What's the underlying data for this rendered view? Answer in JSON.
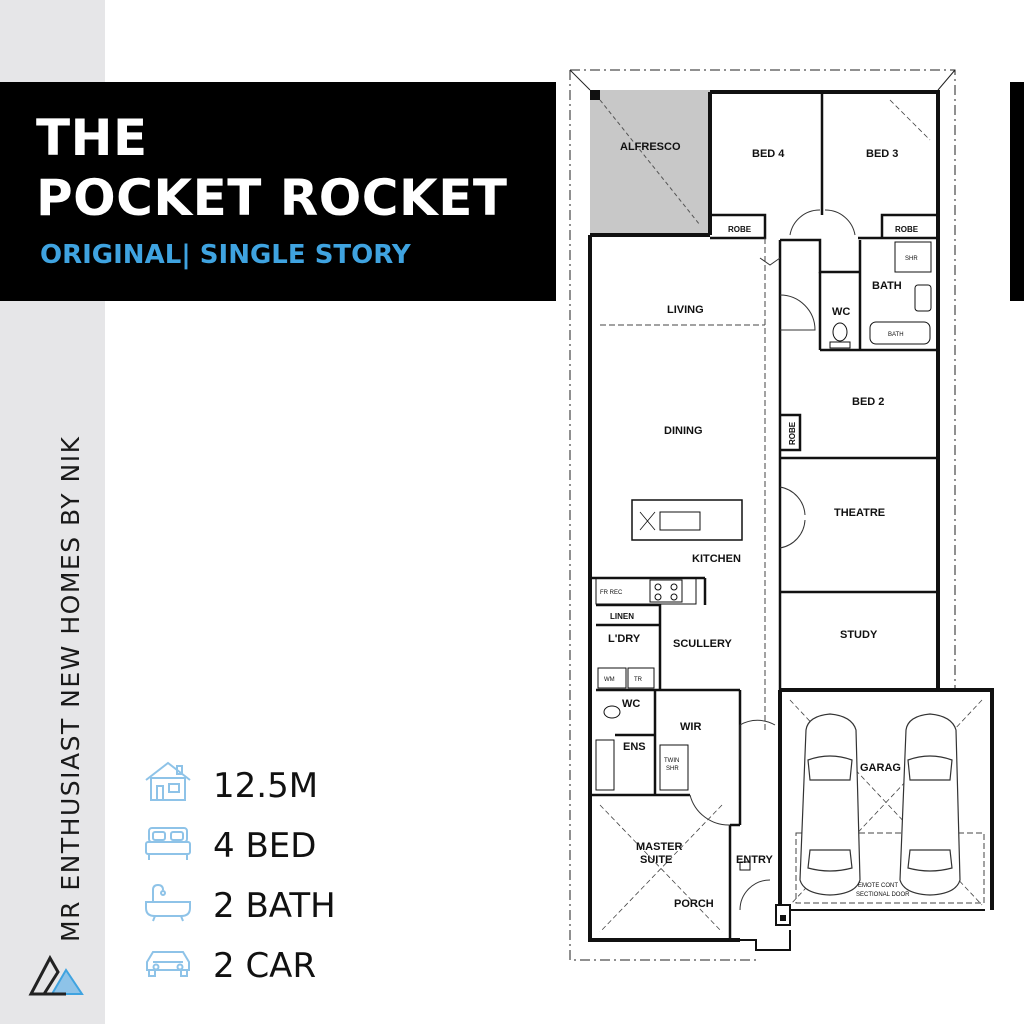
{
  "brand": {
    "vertical_text": "MR ENTHUSIAST NEW HOMES BY NIK",
    "logo_icon": "triangle-mountain-logo"
  },
  "title": {
    "line1": "THE",
    "line2": "POCKET ROCKET",
    "subtitle": "ORIGINAL| SINGLE STORY"
  },
  "colors": {
    "accent_blue": "#3fa3e0",
    "icon_blue": "#8ec3e8",
    "title_bg": "#000000",
    "strip_bg": "#e6e6e8",
    "alfresco_fill": "#c8c8c8"
  },
  "stats": [
    {
      "icon": "house-icon",
      "label": "12.5M"
    },
    {
      "icon": "bed-icon",
      "label": "4 BED"
    },
    {
      "icon": "bathtub-icon",
      "label": "2 BATH"
    },
    {
      "icon": "car-icon",
      "label": "2 CAR"
    }
  ],
  "floorplan": {
    "rooms": {
      "alfresco": "ALFRESCO",
      "bed4": "BED 4",
      "bed3": "BED 3",
      "robe_bed4": "ROBE",
      "robe_bed3": "ROBE",
      "bath": "BATH",
      "bath_tub": "BATH",
      "shr": "SHR",
      "wc_main": "WC",
      "living": "LIVING",
      "dining": "DINING",
      "bed2": "BED 2",
      "robe_bed2": "ROBE",
      "theatre": "THEATRE",
      "kitchen": "KITCHEN",
      "fr_rec": "FR REC",
      "linen": "LINEN",
      "laundry": "L'DRY",
      "scullery": "SCULLERY",
      "wm": "WM",
      "tr": "TR",
      "study": "STUDY",
      "wc_ens": "WC",
      "wir": "WIR",
      "ens": "ENS",
      "twin_shr_1": "TWIN",
      "twin_shr_2": "SHR",
      "garage": "GARAG",
      "master_1": "MASTER",
      "master_2": "SUITE",
      "entry": "ENTRY",
      "porch": "PORCH",
      "garage_door_1": "EMOTE CONT",
      "garage_door_2": "SECTIONAL DOOR"
    }
  }
}
